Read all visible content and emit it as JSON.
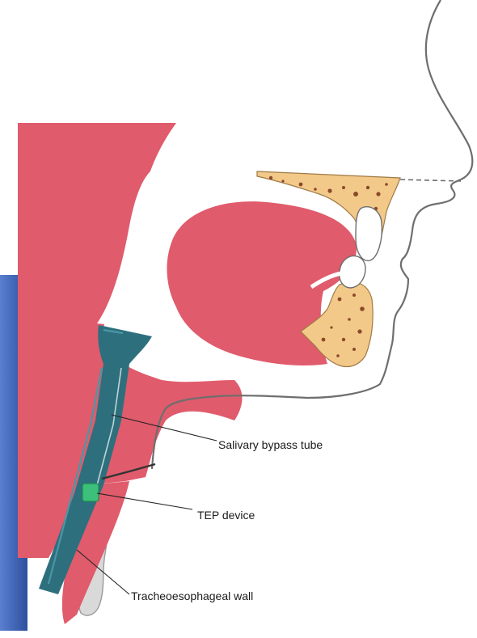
{
  "labels": {
    "salivary_bypass_tube": "Salivary bypass tube",
    "tep_device": "TEP device",
    "tracheoesophageal_wall": "Tracheoesophageal wall"
  },
  "colors": {
    "tissue": "#e05b6c",
    "tube": "#2e6f7d",
    "tube_highlight": "#4a97a6",
    "bone": "#f3c98a",
    "bone_outline": "#a07a45",
    "bone_dots": "#8a4a2a",
    "tep_device": "#3cc07a",
    "blue_background": "#3a5fb0",
    "outline": "#6e6e6e",
    "trachea": "#d9d9d9"
  }
}
